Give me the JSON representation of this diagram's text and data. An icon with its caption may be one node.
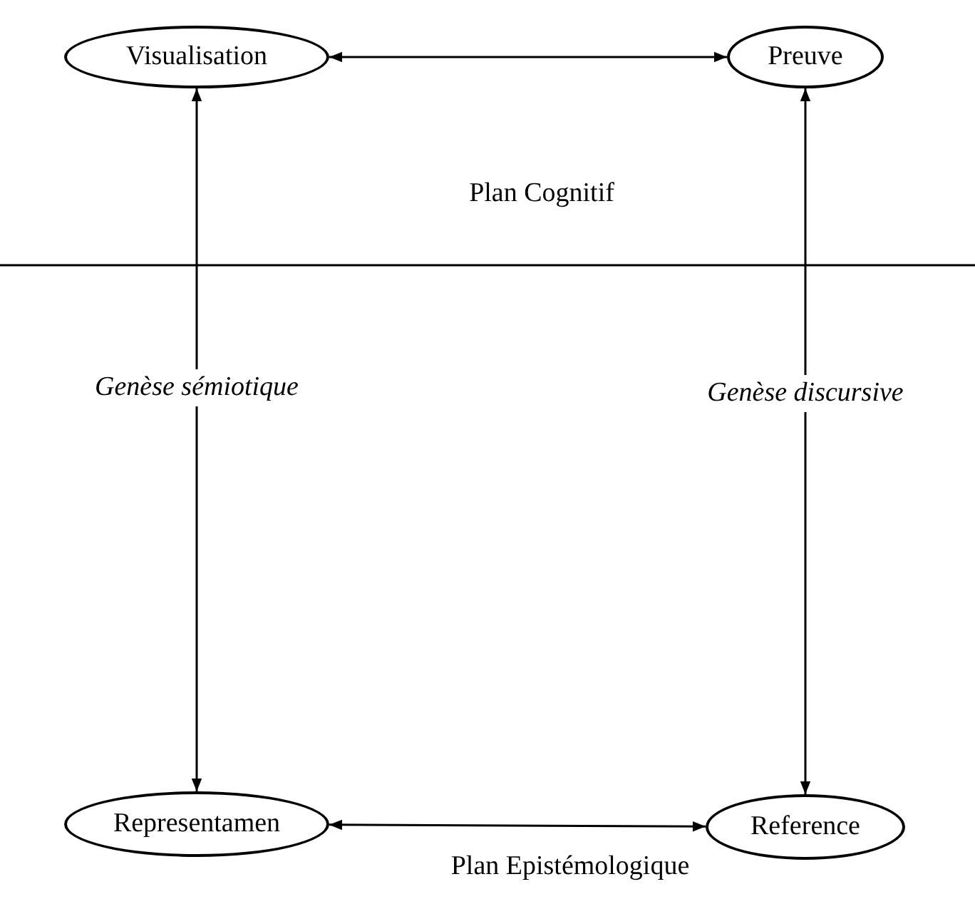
{
  "diagram": {
    "nodes": [
      {
        "text": [
          "Visualisation"
        ]
      },
      {
        "text": [
          "Preuve"
        ]
      },
      {
        "text": [
          "Representamen"
        ]
      },
      {
        "text": [
          "Reference"
        ]
      }
    ],
    "edges": [
      {
        "from": 0,
        "to": 1,
        "arrow": "both"
      },
      {
        "from": 0,
        "to": 2,
        "arrow": "both",
        "label": "Genèse sémiotique"
      },
      {
        "from": 1,
        "to": 3,
        "arrow": "both",
        "label": "Genèse discursive"
      },
      {
        "from": 2,
        "to": 3,
        "arrow": "both"
      }
    ],
    "labels": [
      "Plan Cognitif",
      "Plan Epistémologique"
    ]
  }
}
